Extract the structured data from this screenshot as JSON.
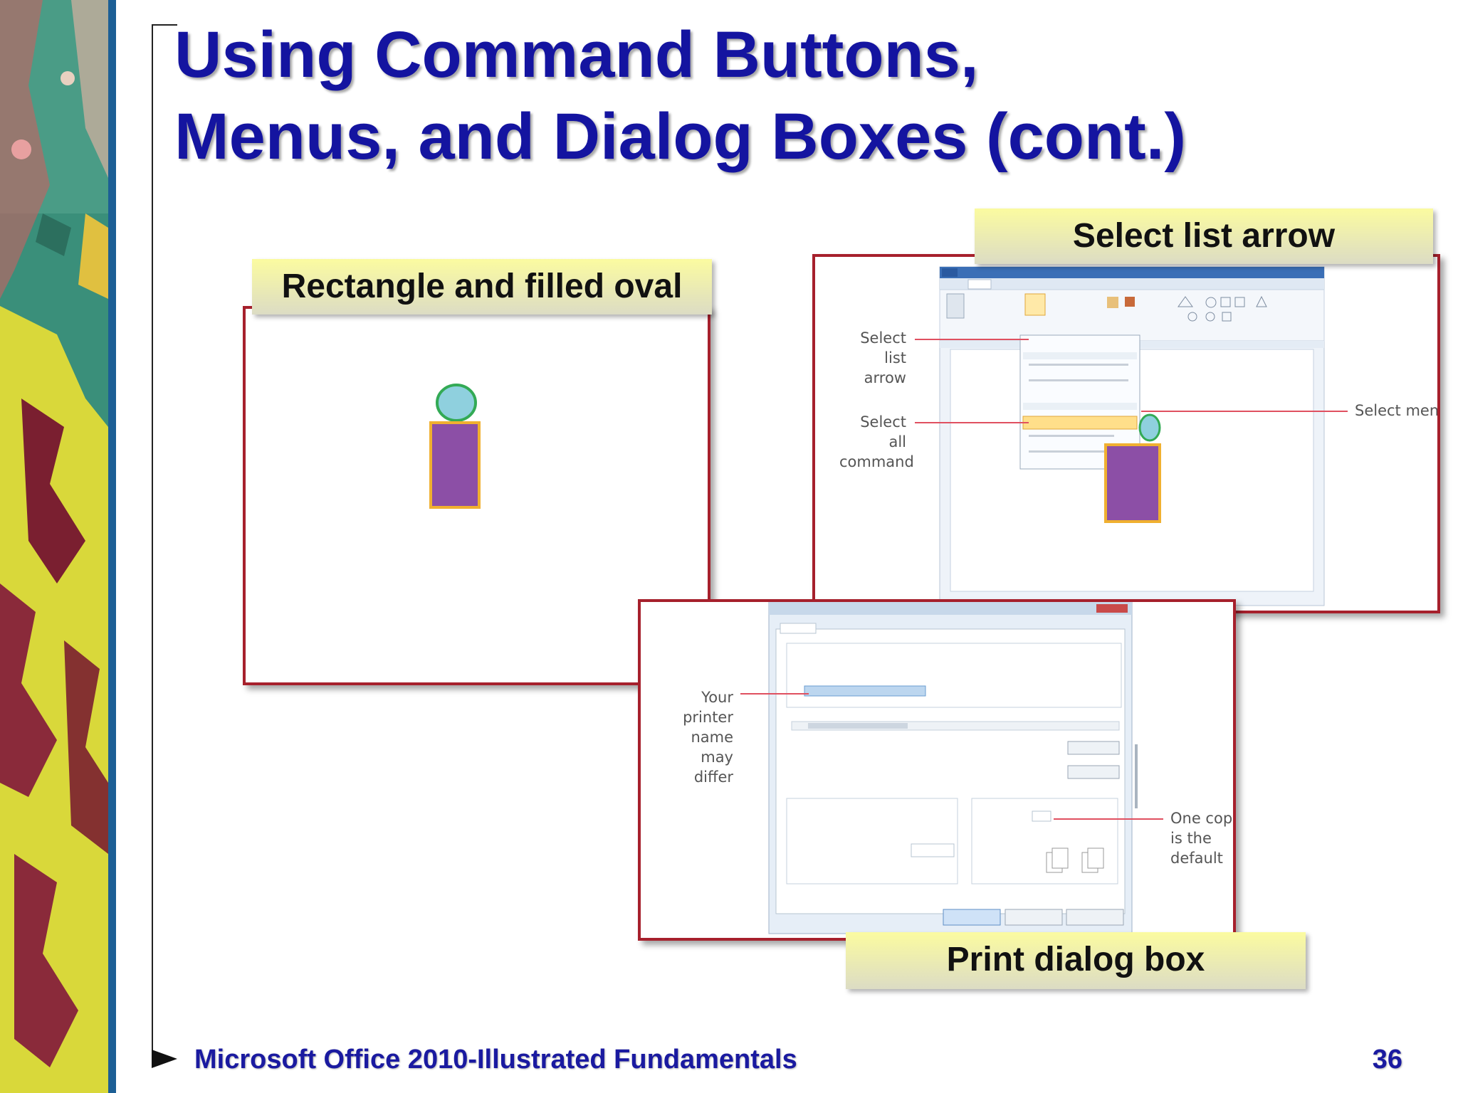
{
  "slide": {
    "title_line1": "Using Command Buttons,",
    "title_line2": "Menus, and Dialog Boxes (cont.)",
    "footer": "Microsoft Office 2010-Illustrated Fundamentals",
    "page_number": "36"
  },
  "callouts": {
    "rect_oval": "Rectangle and filled oval",
    "select_list_arrow": "Select list arrow",
    "print_dialog_box": "Print dialog box"
  },
  "paint_annotations": {
    "select_list_arrow": [
      "Select list",
      "arrow"
    ],
    "select_all_command": [
      "Select all",
      "command"
    ],
    "select_menu": "Select menu"
  },
  "print_annotations": {
    "printer_name": [
      "Your printer",
      "name may",
      "differ"
    ],
    "one_copy": [
      "One cop",
      "is the",
      "default"
    ]
  },
  "colors": {
    "title": "#1414a0",
    "frame_border": "#a6202c",
    "oval_fill": "#8fd0de",
    "oval_stroke": "#33aa55",
    "rect_fill": "#8c4fa6",
    "rect_stroke": "#f0b030",
    "pointer_line": "#e05060"
  }
}
